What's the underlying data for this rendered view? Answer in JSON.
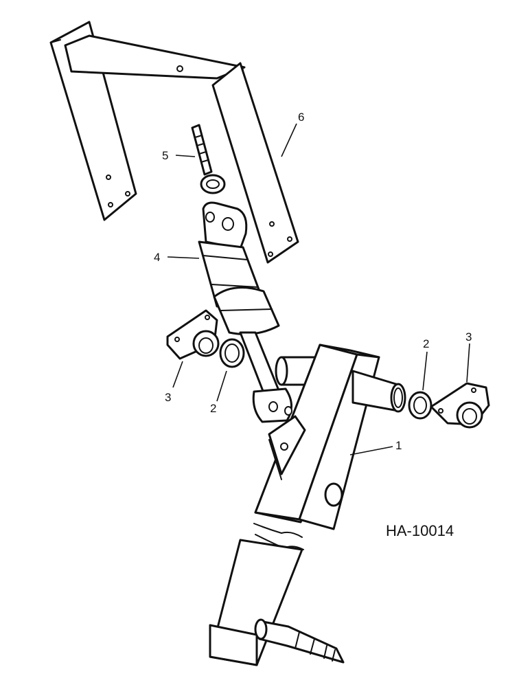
{
  "figure_id": "HA-10014",
  "callouts": {
    "frame": "6",
    "eyebolt": "5",
    "cylinder": "4",
    "bracket_left": "3",
    "bracket_right": "3",
    "ring_left": "2",
    "ring_right": "2",
    "main_beam": "1"
  },
  "colors": {
    "line": "#111111",
    "background": "#ffffff"
  }
}
